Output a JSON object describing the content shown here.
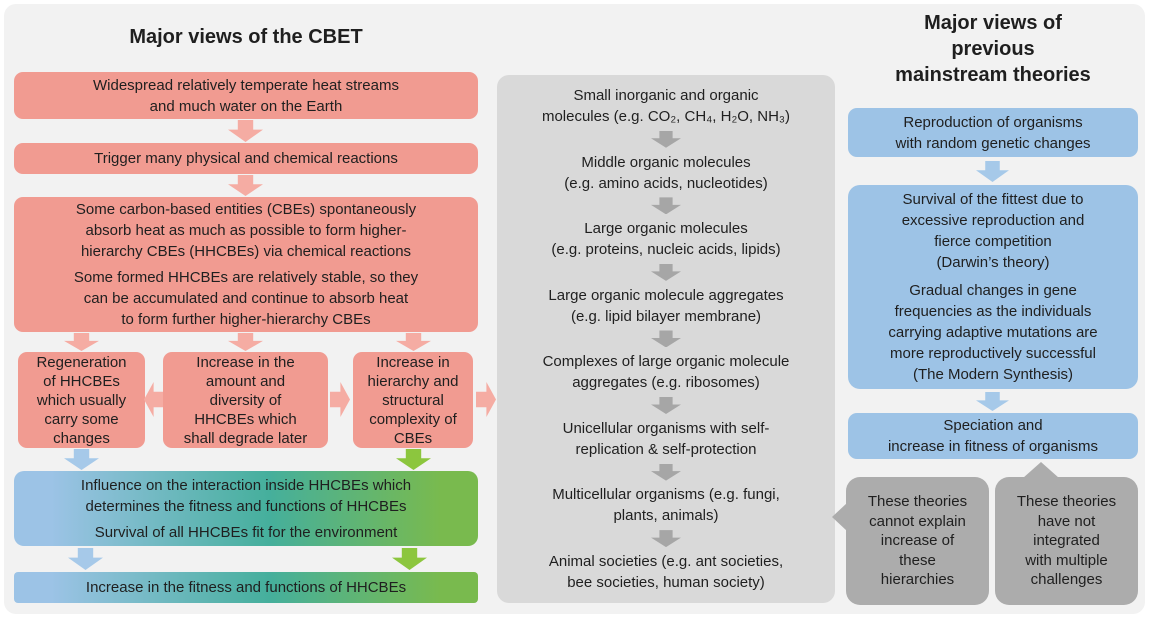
{
  "left": {
    "title": "Major views of the CBET",
    "boxes": {
      "heat": "Widespread relatively temperate heat streams\nand much water on the Earth",
      "trigger": "Trigger many physical and chemical reactions",
      "cbe_p1": "Some carbon-based entities (CBEs) spontaneously\nabsorb heat as much as possible to form higher-\nhierarchy CBEs (HHCBEs) via chemical reactions",
      "cbe_p2": "Some formed HHCBEs are relatively stable, so they\ncan be accumulated and continue to absorb heat\nto form further higher-hierarchy CBEs",
      "regeneration": "Regeneration\nof HHCBEs\nwhich usually\ncarry some\nchanges",
      "amount": "Increase in the\namount and\ndiversity of\nHHCBEs which\nshall degrade later",
      "hierarchy": "Increase in\nhierarchy and\nstructural\ncomplexity of\nCBEs",
      "influence_p1": "Influence on the interaction inside HHCBEs which\ndetermines the fitness and functions of HHCBEs",
      "influence_p2": "Survival of all HHCBEs fit for the environment",
      "fitness": "Increase in the fitness and functions of HHCBEs"
    }
  },
  "middle": {
    "stages": [
      "Small inorganic and organic\nmolecules (e.g. CO₂, CH₄, H₂O, NH₃)",
      "Middle organic molecules\n(e.g. amino acids, nucleotides)",
      "Large organic molecules\n(e.g. proteins, nucleic acids, lipids)",
      "Large organic molecule aggregates\n(e.g. lipid bilayer membrane)",
      "Complexes of large organic molecule\naggregates (e.g. ribosomes)",
      "Unicellular organisms with self-\nreplication & self-protection",
      "Multicellular organisms (e.g. fungi,\nplants, animals)",
      "Animal societies (e.g. ant societies,\nbee societies, human society)"
    ]
  },
  "right": {
    "title": "Major views of\nprevious\nmainstream theories",
    "boxes": {
      "reproduction": "Reproduction of organisms\nwith random genetic changes",
      "survival_p1": "Survival of the fittest due to\nexcessive reproduction and\nfierce competition\n(Darwin’s theory)",
      "survival_p2": "Gradual changes in gene\nfrequencies as the individuals\ncarrying adaptive mutations are\nmore reproductively successful\n(The Modern Synthesis)",
      "speciation": "Speciation and\nincrease in fitness of organisms",
      "bubble_cannot": "These theories\ncannot explain\nincrease of\nthese\nhierarchies",
      "bubble_integrated": "These theories\nhave not\nintegrated\nwith multiple\nchallenges"
    }
  },
  "colors": {
    "salmon": "#F19B91",
    "salmon_arrow": "#F5ACA3",
    "blue": "#9DC3E6",
    "blue_arrow": "#A6C9E9",
    "green_arrow": "#8CC63E",
    "gray_panel": "#D9D9D9",
    "gray_arrow": "#A6A6A6",
    "gray_bubble": "#ACACAC",
    "background": "#F2F2F2",
    "gradient_blue": "#9CC3E6",
    "gradient_teal": "#45AF9C",
    "gradient_green": "#79BA4E"
  }
}
